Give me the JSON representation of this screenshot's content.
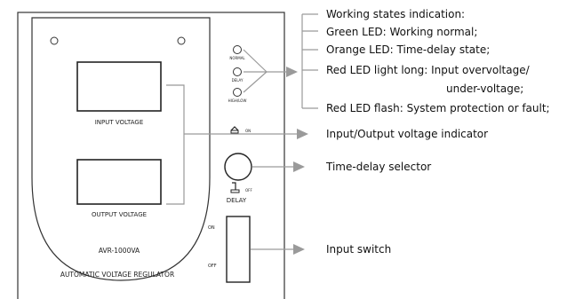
{
  "panel": {
    "input_voltage_label": "INPUT VOLTAGE",
    "output_voltage_label": "OUTPUT VOLTAGE",
    "model": "AVR-1000VA",
    "title": "AUTOMATIC VOLTAGE REGULATOR",
    "led_normal": "NORMAL",
    "led_delay": "DELAY",
    "led_high_low": "HIGH/LOW",
    "delay_on": "ON",
    "delay_off": "OFF",
    "delay_label": "DELAY",
    "switch_on": "ON",
    "switch_off": "OFF"
  },
  "callouts": {
    "working_states": "Working states indication:",
    "green_led": "Green LED: Working normal;",
    "orange_led": "Orange LED: Time-delay state;",
    "red_led_long": "Red LED light long: Input overvoltage/",
    "red_led_long_cont": "under-voltage;",
    "red_led_flash": "Red LED flash: System protection or fault;",
    "io_indicator": "Input/Output voltage indicator",
    "time_delay_selector": "Time-delay selector",
    "input_switch": "Input switch"
  },
  "colors": {
    "line": "#333333",
    "leader": "#9a9a9a",
    "text": "#111111"
  }
}
